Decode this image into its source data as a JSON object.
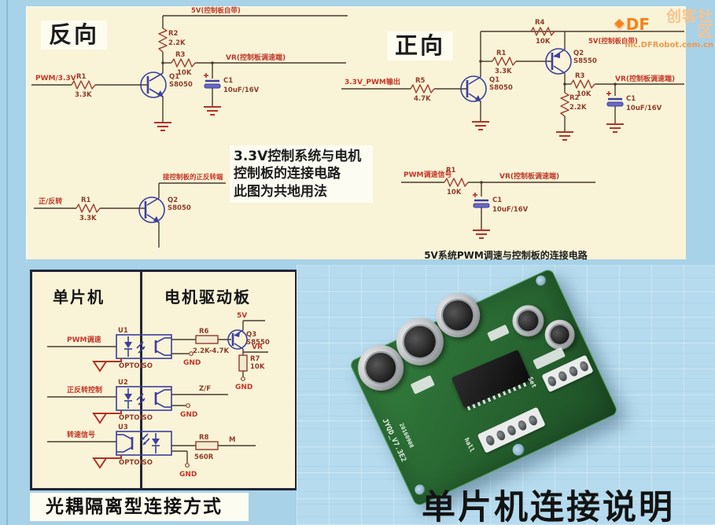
{
  "watermark": {
    "df": "DF",
    "community": "创客社区",
    "url": "mc.DFRobot.com.cn"
  },
  "reverse": {
    "title": "反向",
    "rail": "5V(控制板自带)",
    "r2_ref": "R2",
    "r2_val": "2.2K",
    "r3_ref": "R3",
    "r3_val": "10K",
    "vr": "VR(控制板调速端)",
    "c1_ref": "C1",
    "c1_val": "10uF/16V",
    "q1_ref": "Q1",
    "q1_val": "S8050",
    "input": "PWM/3.3V",
    "r1_ref": "R1",
    "r1_val": "3.3K"
  },
  "forward": {
    "title": "正向",
    "rail": "5V(控制板自带)",
    "r4_ref": "R4",
    "r4_val": "10K",
    "r1_ref": "R1",
    "r1_val": "3.3K",
    "q1_ref": "Q1",
    "q1_val": "S8050",
    "q2_ref": "Q2",
    "q2_val": "S8550",
    "input": "3.3V_PWM输出",
    "r5_ref": "R5",
    "r5_val": "4.7K",
    "r3_ref": "R3",
    "r3_val": "10K",
    "r2_ref": "R2",
    "r2_val": "2.2K",
    "c1_ref": "C1",
    "c1_val": "10uF/16V",
    "vr": "VR(控制板调速端)"
  },
  "note": {
    "line1": "3.3V控制系统与电机控制板的连接电路",
    "line2": "此图为共地用法"
  },
  "direction": {
    "input": "正/反转",
    "r1_ref": "R1",
    "r1_val": "3.3K",
    "q2_ref": "Q2",
    "q2_val": "S8050",
    "rail": "接控制板的正反转端"
  },
  "pwm5v": {
    "input": "PWM调速信号",
    "r1_ref": "R1",
    "r1_val": "10K",
    "vr": "VR(控制板调速端)",
    "c1_ref": "C1",
    "c1_val": "10uF/16V",
    "caption": "5V系统PWM调速与控制板的连接电路"
  },
  "opto": {
    "col_left": "单片机",
    "col_right": "电机驱动板",
    "u1_input": "PWM调速",
    "u1_ref": "U1",
    "u1_type": "OPTOISO",
    "u1_gnd": "GND",
    "r6_ref": "R6",
    "r6_val": "2.2K-4.7K",
    "q3_ref": "Q3",
    "q3_val": "S8550",
    "v5": "5V",
    "vr": "VR",
    "r7_ref": "R7",
    "r7_val": "10K",
    "r7_gnd": "GND",
    "u2_input": "正反转控制",
    "u2_ref": "U2",
    "u2_type": "OPTOISO",
    "u2_out": "Z/F",
    "u2_gnd": "GND",
    "u3_input": "转速信号",
    "u3_ref": "U3",
    "u3_type": "OPTOISO",
    "r8_ref": "R8",
    "r8_val": "560R",
    "m": "M",
    "u3_gnd": "GND",
    "caption": "光耦隔离型连接方式"
  },
  "pcb": {
    "model": "JYQD_V7.3E2",
    "date": "20160908",
    "hall": "hall",
    "set": "Set"
  },
  "bottom_title": "单片机连接说明"
}
